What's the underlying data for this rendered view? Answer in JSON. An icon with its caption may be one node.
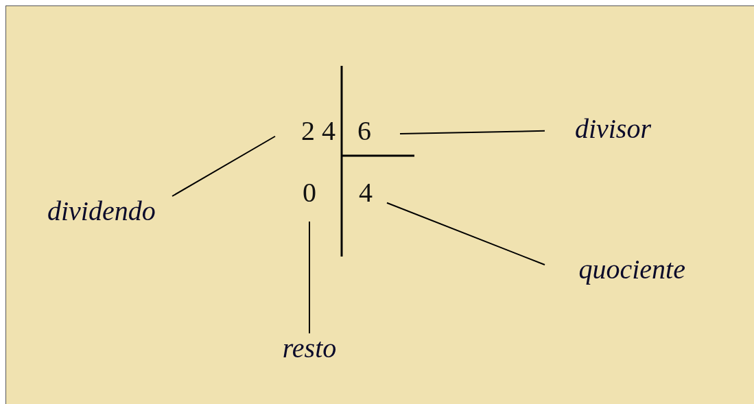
{
  "diagram": {
    "nodes": [
      {
        "text": [
          "2 4"
        ]
      },
      {
        "text": [
          "6"
        ]
      },
      {
        "text": [
          "0"
        ]
      },
      {
        "text": [
          "4"
        ]
      },
      {
        "text": [
          "dividendo"
        ]
      },
      {
        "text": [
          "divisor"
        ]
      },
      {
        "text": [
          "quociente"
        ]
      },
      {
        "text": [
          "resto"
        ]
      }
    ],
    "edges": [
      {
        "from": 4,
        "to": 0,
        "arrow": "none"
      },
      {
        "from": 5,
        "to": 1,
        "arrow": "none"
      },
      {
        "from": 6,
        "to": 3,
        "arrow": "none"
      },
      {
        "from": 7,
        "to": 2,
        "arrow": "none"
      }
    ]
  }
}
